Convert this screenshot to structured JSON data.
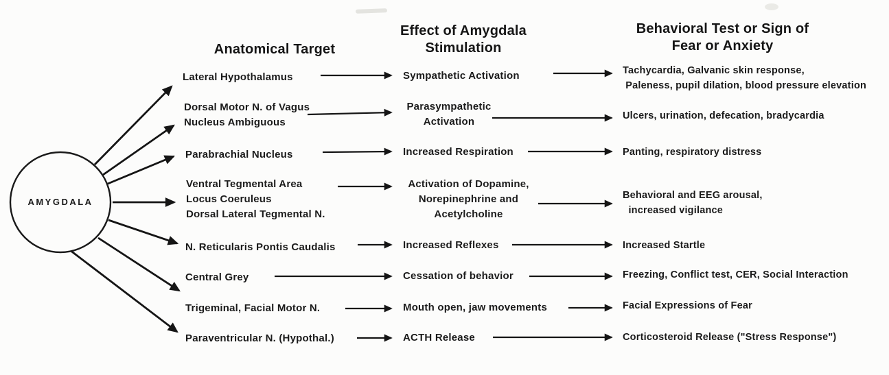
{
  "node": {
    "label": "AMYGDALA"
  },
  "headers": {
    "anatomical_target": [
      "Anatomical Target"
    ],
    "effect_of_stimulation": [
      "Effect of Amygdala",
      "Stimulation"
    ],
    "behavioral_test": [
      "Behavioral Test or Sign of",
      "Fear or Anxiety"
    ]
  },
  "colors": {
    "ink": "#1b1b1b",
    "paper": "#fcfcfb"
  },
  "rows": [
    {
      "target": [
        "Lateral Hypothalamus"
      ],
      "effect": [
        "Sympathetic Activation"
      ],
      "behavior": [
        "Tachycardia, Galvanic skin response,",
        " Paleness, pupil dilation, blood pressure elevation"
      ]
    },
    {
      "target": [
        "Dorsal Motor N. of Vagus",
        "Nucleus Ambiguous"
      ],
      "effect": [
        "Parasympathetic",
        "Activation"
      ],
      "behavior": [
        "Ulcers, urination, defecation, bradycardia"
      ]
    },
    {
      "target": [
        "Parabrachial Nucleus"
      ],
      "effect": [
        "Increased Respiration"
      ],
      "behavior": [
        "Panting, respiratory distress"
      ]
    },
    {
      "target": [
        "Ventral Tegmental Area",
        "Locus Coeruleus",
        "Dorsal Lateral Tegmental N."
      ],
      "effect": [
        "Activation of Dopamine,",
        "Norepinephrine and",
        "Acetylcholine"
      ],
      "behavior": [
        "Behavioral and EEG arousal,",
        "  increased vigilance"
      ]
    },
    {
      "target": [
        "N. Reticularis Pontis Caudalis"
      ],
      "effect": [
        "Increased Reflexes"
      ],
      "behavior": [
        "Increased Startle"
      ]
    },
    {
      "target": [
        "Central Grey"
      ],
      "effect": [
        "Cessation of behavior"
      ],
      "behavior": [
        "Freezing, Conflict test, CER, Social Interaction"
      ]
    },
    {
      "target": [
        "Trigeminal, Facial Motor N."
      ],
      "effect": [
        "Mouth open, jaw movements"
      ],
      "behavior": [
        "Facial Expressions of Fear"
      ]
    },
    {
      "target": [
        "Paraventricular N. (Hypothal.)"
      ],
      "effect": [
        "ACTH Release"
      ],
      "behavior": [
        "Corticosteroid Release (\"Stress Response\")"
      ]
    }
  ]
}
